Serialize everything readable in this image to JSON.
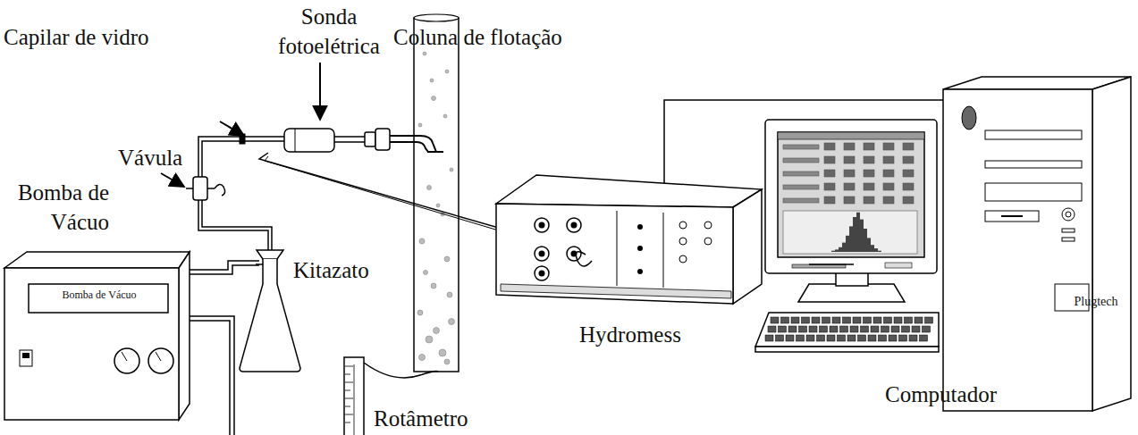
{
  "diagram": {
    "nodes": [
      {
        "text": [
          "Bomba de Vácuo"
        ]
      },
      {
        "text": [
          "Hydromess"
        ]
      },
      {
        "text": [
          "Plugtech"
        ]
      }
    ],
    "edges": [
      {
        "from": 1,
        "to": 2,
        "arrow": "none"
      }
    ],
    "labels": [
      "Sonda fotoelétrica",
      "Coluna de flotação",
      "Capilar de vidro",
      "Vávula",
      "Bomba de Vácuo",
      "Kitazato",
      "Computador",
      "Rotâmetro"
    ]
  }
}
